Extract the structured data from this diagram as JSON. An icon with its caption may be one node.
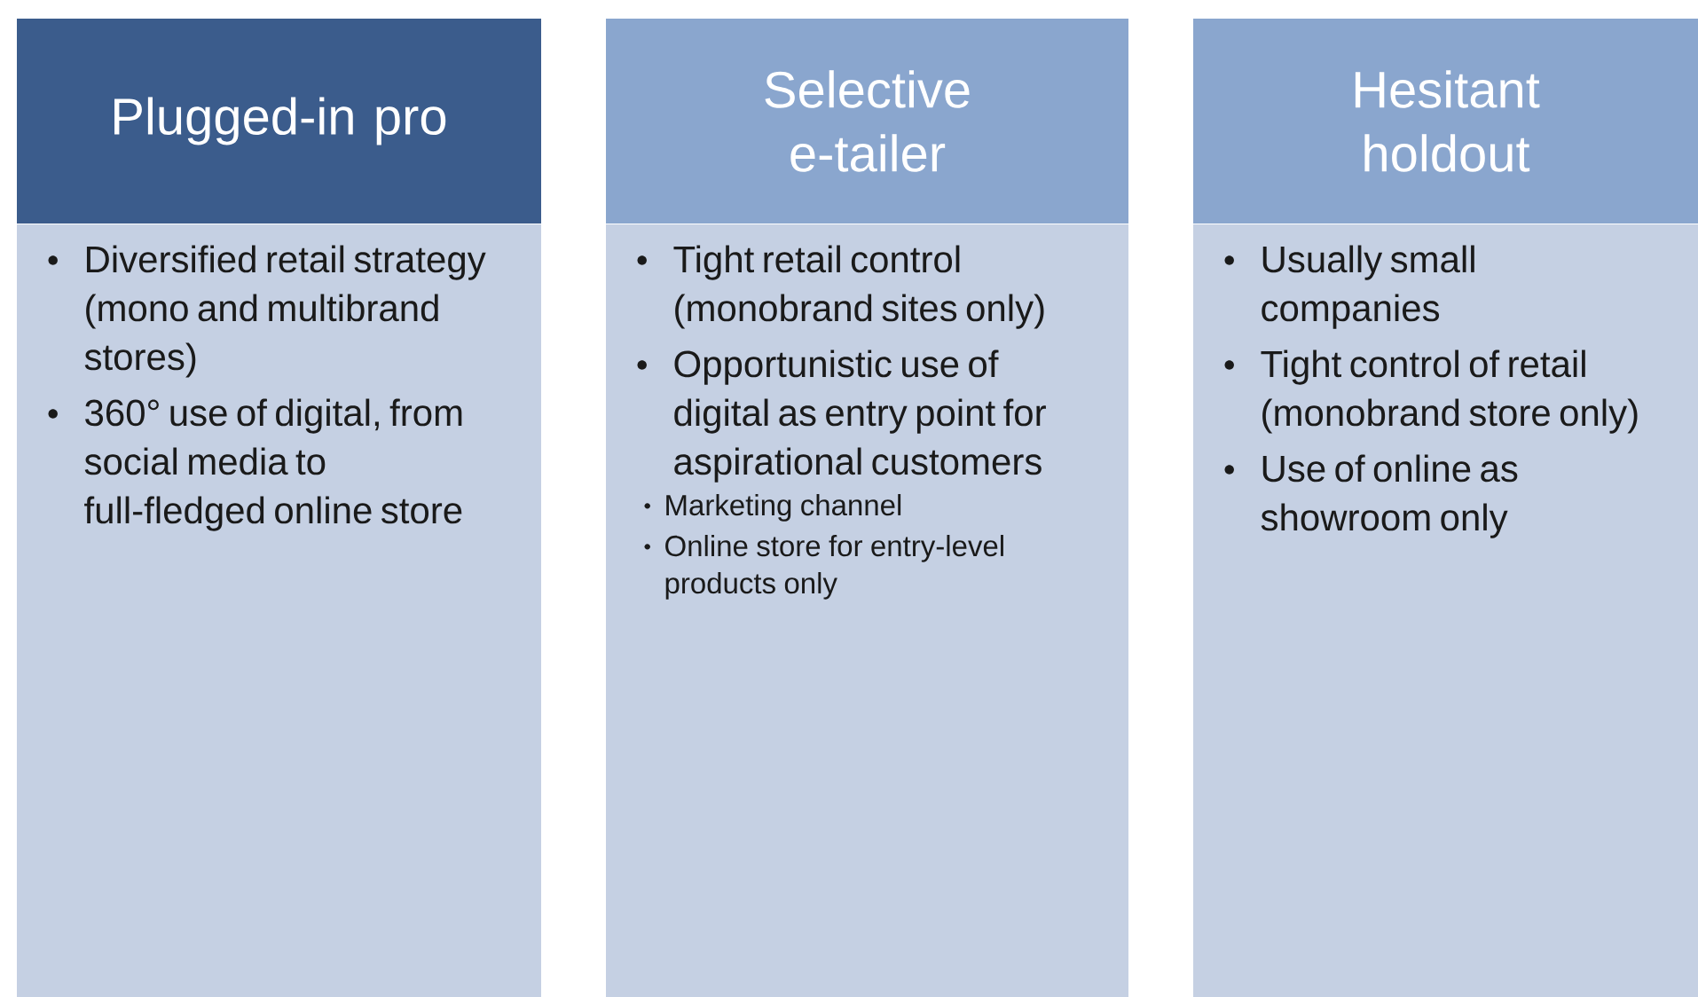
{
  "diagram": {
    "nodes": [
      {
        "text": [
          "Plugged-in pro"
        ]
      },
      {
        "text": [
          "Diversified retail strategy (mono and multibrand stores)",
          "360° use of digital, from social media to full-fledged online store"
        ]
      },
      {
        "text": [
          "Selective e-tailer"
        ]
      },
      {
        "text": [
          "Tight retail control (monobrand sites only)",
          "Opportunistic use of digital as entry point for aspirational customers",
          "Marketing channel",
          "Online store for entry-level products only"
        ]
      },
      {
        "text": [
          "Hesitant holdout"
        ]
      },
      {
        "text": [
          "Usually small companies",
          "Tight control of retail (monobrand store only)",
          "Use of online as showroom only"
        ]
      }
    ]
  }
}
